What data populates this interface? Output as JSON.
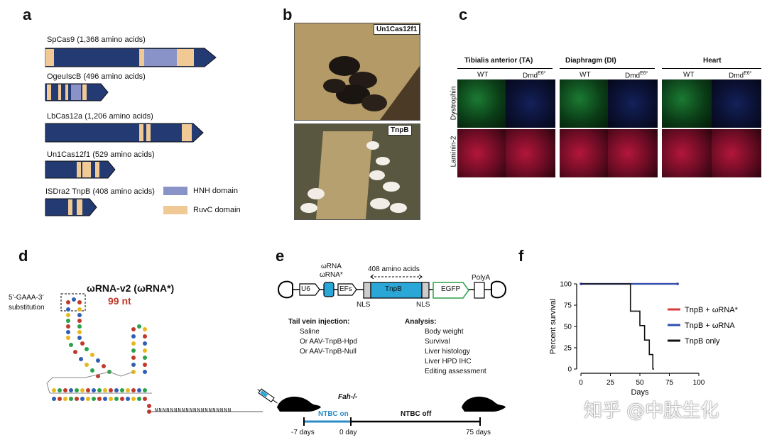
{
  "panels": [
    "a",
    "b",
    "c",
    "d",
    "e",
    "f"
  ],
  "a": {
    "proteins": [
      {
        "label": "SpCas9 (1,368 amino acids)"
      },
      {
        "label": "OgeuIscB (496 amino acids)"
      },
      {
        "label": "LbCas12a (1,206 amino acids)"
      },
      {
        "label": "Un1Cas12f1 (529 amino acids)"
      },
      {
        "label": "ISDra2 TnpB (408 amino acids)"
      }
    ],
    "legend": [
      "HNH domain",
      "RuvC domain"
    ],
    "colors": {
      "body": "#233a73",
      "hnh": "#8a93c8",
      "ruvc": "#f1c995"
    }
  },
  "b": {
    "tags": [
      "Un1Cas12f1",
      "TnpB"
    ]
  },
  "c": {
    "groups": [
      "Tibialis anterior (TA)",
      "Diaphragm (DI)",
      "Heart"
    ],
    "wt": "WT",
    "dmd": "Dmd",
    "dmd_sup": "E6*",
    "rows": [
      "Dystrophin",
      "Laminin-2"
    ]
  },
  "d": {
    "title": "ωRNA-v2 (ωRNA*)",
    "nt": "99 nt",
    "sub1": "5'-GAAA-3'",
    "sub2": "substitution",
    "seq": "NNNNNNNNNNNNNNNNNNNN"
  },
  "e": {
    "omega1": "ωRNA",
    "omega2": "ωRNA*",
    "aa": "408 amino acids",
    "u6": "U6",
    "efs": "EFs",
    "tnpb": "TnpB",
    "egfp": "EGFP",
    "polya": "PolyA",
    "nls": "NLS",
    "inj_title": "Tail vein injection:",
    "inj": [
      "Saline",
      "Or  AAV-TnpB-Hpd",
      "Or  AAV-TnpB-Null"
    ],
    "an_title": "Analysis:",
    "analysis": [
      "Body weight",
      "Survival",
      "Liver histology",
      "Liver HPD IHC",
      "Editing assessment"
    ],
    "fah": "Fah-/-",
    "ntbc_on": "NTBC on",
    "ntbc_off": "NTBC off",
    "days": [
      "-7 days",
      "0 day",
      "75 days"
    ]
  },
  "f": {
    "chart_data": {
      "type": "line",
      "xlabel": "Days",
      "ylabel": "Percent survival",
      "xlim": [
        0,
        100
      ],
      "ylim": [
        0,
        100
      ],
      "xticks": [
        0,
        25,
        50,
        75,
        100
      ],
      "yticks": [
        0,
        25,
        50,
        75,
        100
      ],
      "legend_position": "right",
      "series": [
        {
          "name": "TnpB + ωRNA*",
          "color": "#d93a3a",
          "x": [
            0,
            82
          ],
          "y": [
            100,
            100
          ]
        },
        {
          "name": "TnpB + ωRNA",
          "color": "#2f4fb0",
          "x": [
            0,
            82
          ],
          "y": [
            100,
            100
          ]
        },
        {
          "name": "TnpB only",
          "color": "#111111",
          "x": [
            0,
            42,
            42,
            50,
            50,
            54,
            54,
            58,
            58,
            61,
            61,
            62
          ],
          "y": [
            100,
            100,
            68,
            68,
            51,
            51,
            34,
            34,
            17,
            17,
            0,
            0
          ]
        }
      ]
    }
  },
  "watermark": "知乎 @中肽生化"
}
